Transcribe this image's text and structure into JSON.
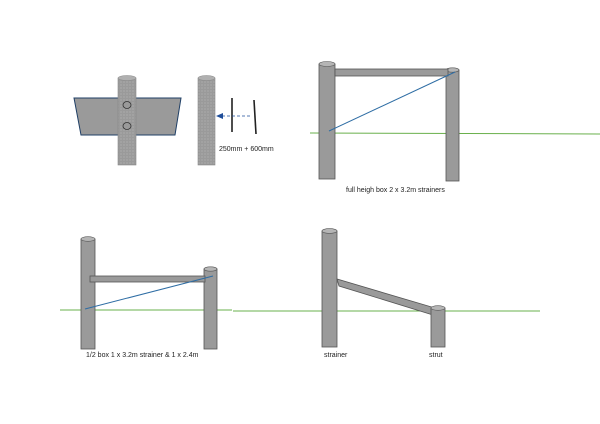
{
  "labels": {
    "dimension": "250mm + 600mm",
    "full_height_box": "full heigh box 2 x 3.2m strainers",
    "half_box": "1/2 box 1 x 3.2m strainer & 1 x 2.4m",
    "strainer": "strainer",
    "strut": "strut"
  },
  "colors": {
    "post_fill": "#9a9a9a",
    "post_stroke": "#555555",
    "ground_line": "#6ab04c",
    "brace_wire": "#2e6da4",
    "arrow": "#1f4e9a",
    "footing_fill": "#9a9a9a"
  }
}
